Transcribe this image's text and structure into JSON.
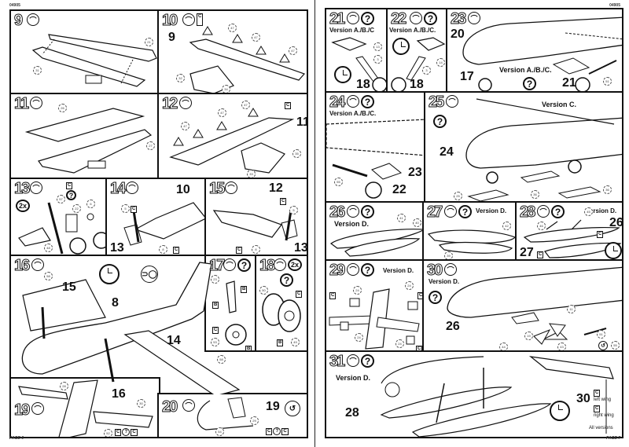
{
  "document": {
    "kit_code_left": "04905",
    "kit_code_right": "04905",
    "page_left": "PAGE 6",
    "page_right": "PAGE 7"
  },
  "steps": {
    "s9": {
      "number": "9",
      "parts": [
        "21",
        "31"
      ]
    },
    "s10": {
      "number": "10",
      "decal": "C",
      "ref": "9",
      "parts": [
        "47",
        "47",
        "47",
        "32",
        "34"
      ]
    },
    "s11": {
      "number": "11",
      "parts": [
        "26",
        "27"
      ]
    },
    "s12": {
      "number": "12",
      "decal": "C",
      "ref": "11",
      "parts": [
        "47",
        "47",
        "47",
        "33",
        "35"
      ]
    },
    "s13": {
      "number": "13",
      "multiplier": "2x",
      "decal": "C",
      "parts": [
        "57",
        "22",
        "6",
        "48"
      ]
    },
    "s14": {
      "number": "14",
      "ref_top": "10",
      "ref_bottom": "13",
      "decal1": "C",
      "decal2": "C",
      "parts": [
        "5",
        "8"
      ]
    },
    "s15": {
      "number": "15",
      "ref_top": "12",
      "ref_bottom": "13",
      "decal1": "C",
      "decal2": "C",
      "parts": [
        "5",
        "8"
      ]
    },
    "s16": {
      "number": "16",
      "refs": [
        "15",
        "8",
        "14"
      ],
      "parts": [
        "58",
        "58"
      ]
    },
    "s17": {
      "number": "17",
      "decals": [
        "B",
        "B",
        "C",
        "B"
      ],
      "parts": [
        "23",
        "53"
      ]
    },
    "s18": {
      "number": "18",
      "multiplier": "2x",
      "decals": [
        "C",
        "B"
      ],
      "parts": [
        "50",
        "49"
      ]
    },
    "s19": {
      "number": "19",
      "ref": "16",
      "decal": "C",
      "parts": [
        "28",
        "30",
        "52"
      ]
    },
    "s20": {
      "number": "20",
      "ref": "19",
      "decal1": "C",
      "decal2": "C",
      "parts": [
        "54",
        "29"
      ]
    },
    "s21": {
      "number": "21",
      "version": "Version A./B./C",
      "ref": "18",
      "parts": [
        "13",
        "3"
      ]
    },
    "s22": {
      "number": "22",
      "version": "Version A./B./C.",
      "ref": "18",
      "parts": [
        "14",
        "3"
      ]
    },
    "s23": {
      "number": "23",
      "version": "Version A./B./C.",
      "refs": [
        "20",
        "17",
        "21"
      ],
      "parts": [
        "51"
      ]
    },
    "s24": {
      "number": "24",
      "version": "Version A./B./C.",
      "refs": [
        "23",
        "22"
      ],
      "parts": [
        "55"
      ]
    },
    "s25": {
      "number": "25",
      "version": "Version C.",
      "ref": "24",
      "parts": [
        "25",
        "36",
        "36"
      ]
    },
    "s26": {
      "number": "26",
      "version": "Version D.",
      "parts": [
        "41",
        "40"
      ]
    },
    "s27": {
      "number": "27",
      "version": "Version D.",
      "parts": [
        "42",
        "39"
      ]
    },
    "s28": {
      "number": "28",
      "version": "Version D.",
      "refs": [
        "26",
        "27"
      ],
      "decal1": "C",
      "decal2": "C",
      "parts": [
        "45",
        "46"
      ]
    },
    "s29": {
      "number": "29",
      "version": "Version D.",
      "decals": [
        "C",
        "C",
        "C"
      ],
      "parts": [
        "24",
        "24",
        "24",
        "24"
      ]
    },
    "s30": {
      "number": "30",
      "version": "Version D.",
      "ref": "26",
      "parts": [
        "11",
        "19",
        "44",
        "43",
        "51",
        "55"
      ]
    },
    "s31": {
      "number": "31",
      "version": "Version D.",
      "refs": [
        "28",
        "30"
      ],
      "legend": [
        {
          "decal": "C",
          "text": "left wing"
        },
        {
          "decal": "C",
          "text": "right wing"
        },
        {
          "text": "All versions"
        }
      ]
    }
  },
  "symbols": {
    "glue": "glue-icon",
    "paint": "question-icon",
    "drying": "clock-icon",
    "tape": "tape-icon",
    "rotate": "rotate-icon",
    "colors": {
      "line": "#111111",
      "background": "#ffffff"
    }
  }
}
